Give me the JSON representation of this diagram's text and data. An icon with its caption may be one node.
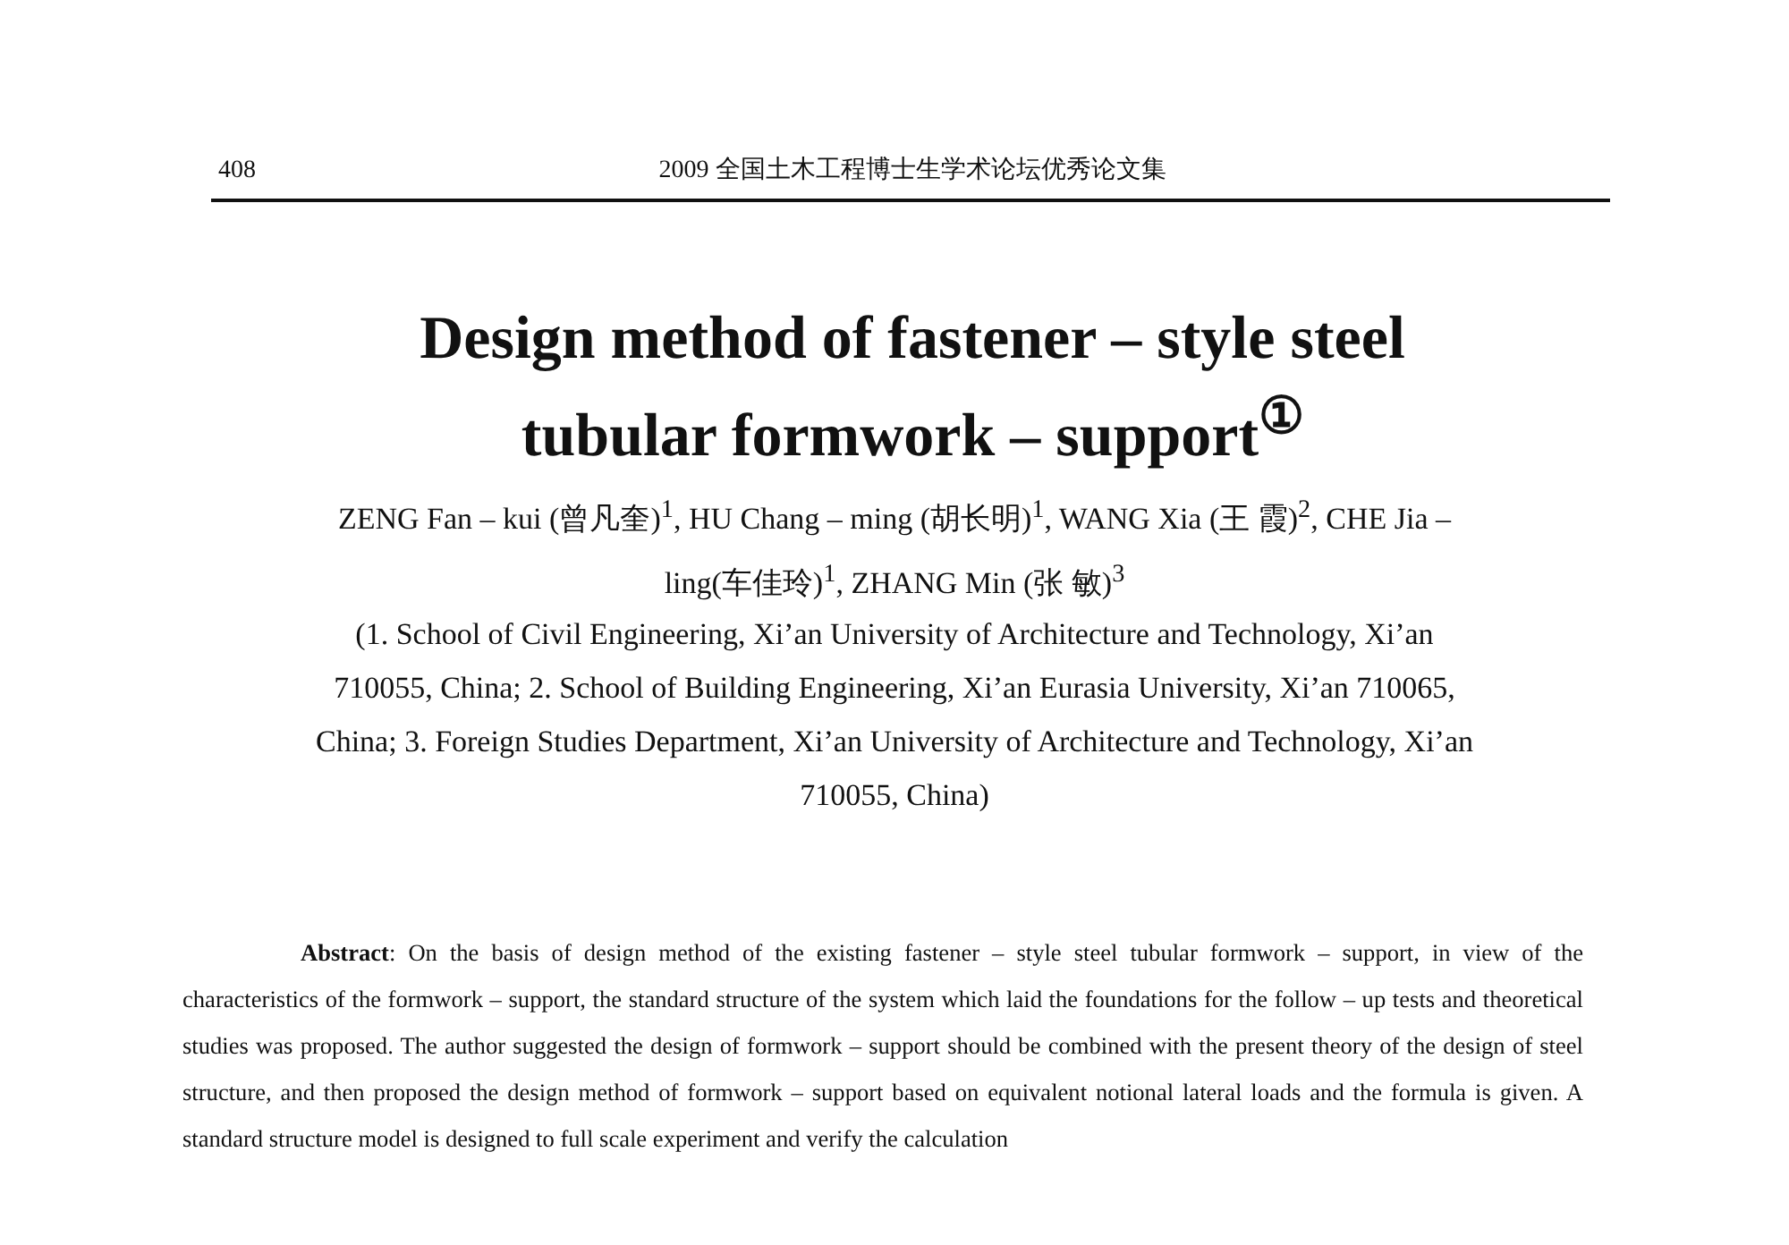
{
  "diagram": {
    "labels": [
      "408",
      "2009 全国土木工程博士生学术论坛优秀论文集",
      "Design method of fastener – style steel tubular formwork – support$^{①}$",
      "ZENG Fan – kui (曾凡奎)$^{1}$, HU Chang – ming (胡长明)$^{1}$, WANG Xia (王 霞)$^{2}$, CHE Jia – ling(车佳玲)$^{1}$, ZHANG Min (张 敏)$^{3}$",
      "(1. School of Civil Engineering, Xi’an University of Architecture and Technology, Xi’an 710055, China; 2. School of Building Engineering, Xi’an Eurasia University, Xi’an 710065, China; 3. Foreign Studies Department, Xi’an University of Architecture and Technology, Xi’an 710055, China)",
      "**Abstract**: On the basis of design method of the existing fastener – style steel tubular formwork – support, in view of the characteristics of the formwork – support, the standard structure of the system which laid the foundations for the follow – up tests and theoretical studies was proposed. The author suggested the design of formwork – support should be combined with the present theory of the design of steel structure, and then proposed the design method of formwork – support based on equivalent notional lateral loads and the formula is given. A standard structure model is designed to full scale experiment and verify the calculation"
    ]
  }
}
